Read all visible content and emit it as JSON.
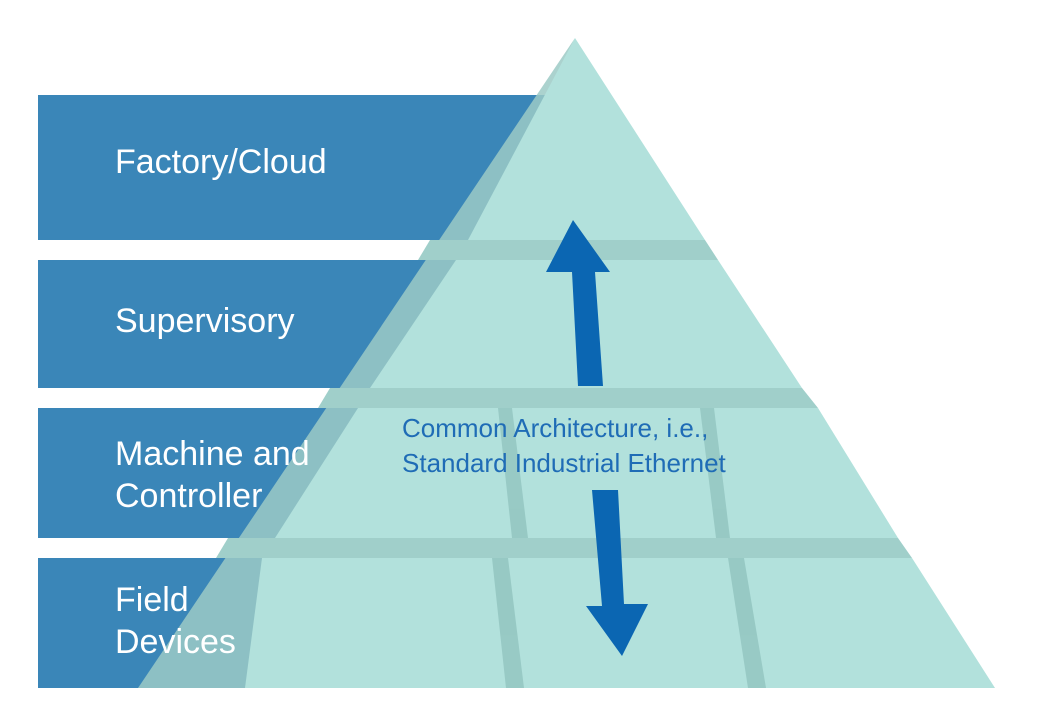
{
  "colors": {
    "band": "#3a86b8",
    "pyramid": "#b2e1dc",
    "pyramid_shadow": "#8fc2bd",
    "pyramid_overlay": "#9ccac6",
    "arrow": "#0b66b2",
    "center_text": "#1f6cb6"
  },
  "levels": [
    {
      "id": "factory",
      "lines": [
        "Factory/Cloud"
      ]
    },
    {
      "id": "supervisory",
      "lines": [
        "Supervisory"
      ]
    },
    {
      "id": "machine",
      "lines": [
        "Machine and",
        "Controller"
      ]
    },
    {
      "id": "field",
      "lines": [
        "Field",
        "Devices"
      ]
    }
  ],
  "center_label": {
    "line1": "Common Architecture, i.e.,",
    "line2": "Standard Industrial Ethernet"
  }
}
